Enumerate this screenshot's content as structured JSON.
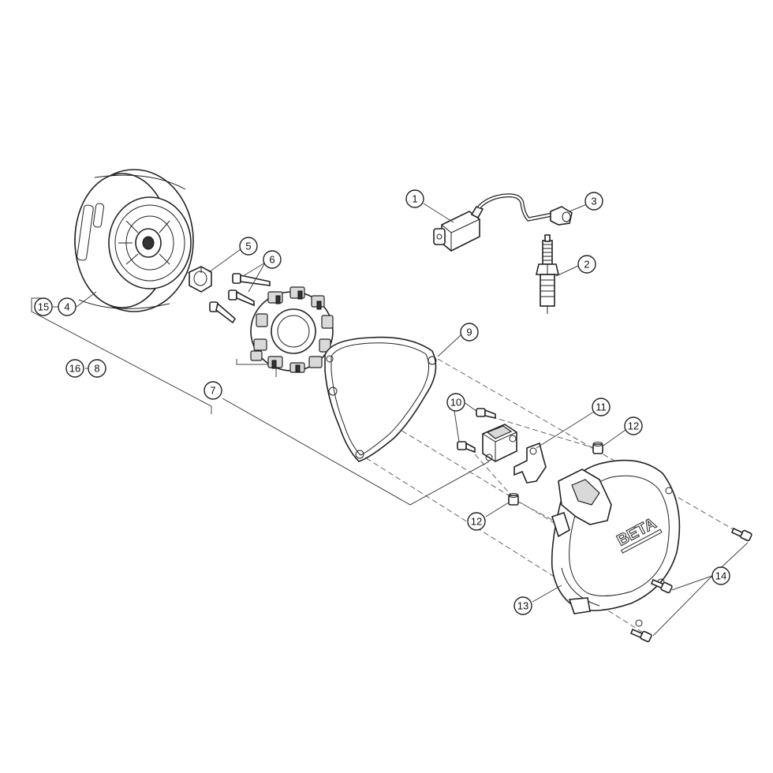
{
  "diagram": {
    "callouts": [
      {
        "id": "c1",
        "label": "1"
      },
      {
        "id": "c2",
        "label": "2"
      },
      {
        "id": "c3",
        "label": "3"
      },
      {
        "id": "c4",
        "label": "4"
      },
      {
        "id": "c5",
        "label": "5"
      },
      {
        "id": "c6",
        "label": "6"
      },
      {
        "id": "c7",
        "label": "7"
      },
      {
        "id": "c8",
        "label": "8"
      },
      {
        "id": "c9",
        "label": "9"
      },
      {
        "id": "c10",
        "label": "10"
      },
      {
        "id": "c11",
        "label": "11"
      },
      {
        "id": "c12a",
        "label": "12"
      },
      {
        "id": "c12b",
        "label": "12"
      },
      {
        "id": "c13",
        "label": "13"
      },
      {
        "id": "c14",
        "label": "14"
      },
      {
        "id": "c15",
        "label": "15"
      },
      {
        "id": "c16",
        "label": "16"
      }
    ],
    "brand_logo": "BETA"
  }
}
